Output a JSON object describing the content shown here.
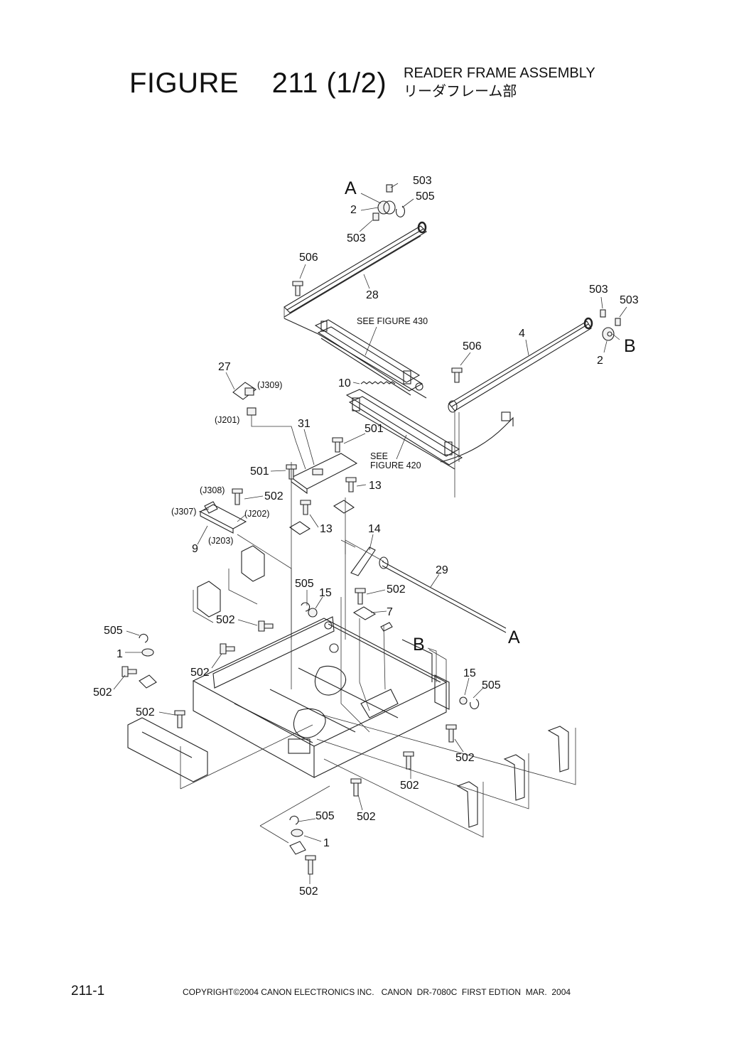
{
  "header": {
    "figure_title": "FIGURE    211 (1/2)",
    "subtitle_en": "READER FRAME ASSEMBLY",
    "subtitle_jp": "リーダフレーム部"
  },
  "labels": {
    "ref_a_top": "A",
    "ref_b_right": "B",
    "ref_b_mid": "B",
    "ref_a_shaft": "A",
    "p503_a": "503",
    "p505_a": "505",
    "p2_a": "2",
    "p503_b": "503",
    "p506_a": "506",
    "p28": "28",
    "see_fig_430": "SEE FIGURE 430",
    "p503_c": "503",
    "p503_d": "503",
    "p4": "4",
    "p2_b": "2",
    "p506_b": "506",
    "p27": "27",
    "j309": "(J309)",
    "p10": "10",
    "j201": "(J201)",
    "p31": "31",
    "p501_a": "501",
    "see_fig_420_1": "SEE",
    "see_fig_420_2": "FIGURE 420",
    "p501_b": "501",
    "j308": "(J308)",
    "p502_a": "502",
    "p13_a": "13",
    "j307": "(J307)",
    "j202": "(J202)",
    "p13_b": "13",
    "p9": "9",
    "j203": "(J203)",
    "p14": "14",
    "p29": "29",
    "p505_b": "505",
    "p15_a": "15",
    "p502_b": "502",
    "p7": "7",
    "p505_c": "505",
    "p502_c": "502",
    "p1_a": "1",
    "p502_d": "502",
    "p502_e": "502",
    "p502_f": "502",
    "p15_b": "15",
    "p505_d": "505",
    "p502_g": "502",
    "p502_h": "502",
    "p505_e": "505",
    "p502_i": "502",
    "p1_b": "1",
    "p502_j": "502"
  },
  "footer": {
    "page_number": "211-1",
    "copyright": "COPYRIGHT©2004 CANON ELECTRONICS INC.   CANON  DR-7080C  FIRST EDTION  MAR.  2004"
  }
}
